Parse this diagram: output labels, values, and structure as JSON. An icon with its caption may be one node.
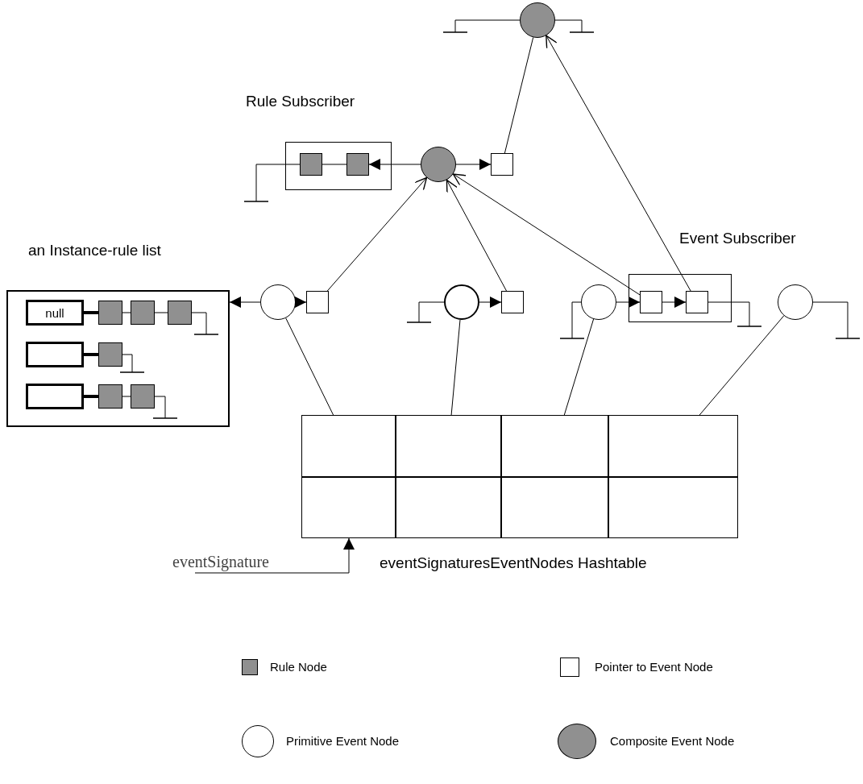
{
  "diagram": {
    "nodes": [
      {
        "text": [],
        "shape": "circle"
      },
      {
        "text": [
          "Rule Subscriber"
        ]
      },
      {
        "text": [],
        "shape": "box",
        "in": 1
      },
      {
        "text": [],
        "shape": "box",
        "in": 1
      },
      {
        "text": [],
        "shape": "circle"
      },
      {
        "text": [],
        "shape": "box"
      },
      {
        "text": [
          "an Instance-rule list"
        ]
      },
      {
        "text": [
          "null"
        ],
        "in": 6
      },
      {
        "text": [],
        "shape": "box",
        "in": 6
      },
      {
        "text": [],
        "shape": "box",
        "in": 6
      },
      {
        "text": [],
        "shape": "box",
        "in": 6
      },
      {
        "text": [],
        "shape": "box",
        "in": 6
      },
      {
        "text": [],
        "shape": "box",
        "in": 6
      },
      {
        "text": [],
        "shape": "box",
        "in": 6
      },
      {
        "text": [],
        "shape": "box",
        "in": 6
      },
      {
        "text": [],
        "shape": "box",
        "in": 6
      },
      {
        "text": [],
        "shape": "circle"
      },
      {
        "text": [],
        "shape": "box"
      },
      {
        "text": [],
        "shape": "circle"
      },
      {
        "text": [],
        "shape": "box"
      },
      {
        "text": [
          "Event Subscriber"
        ]
      },
      {
        "text": [],
        "shape": "box",
        "in": 20
      },
      {
        "text": [],
        "shape": "box",
        "in": 20
      },
      {
        "text": [],
        "shape": "circle"
      },
      {
        "text": [],
        "shape": "circle"
      },
      {
        "text": [
          "eventSignaturesEventNodes Hashtable"
        ]
      },
      {
        "text": [],
        "shape": "box",
        "in": 25
      },
      {
        "text": [],
        "shape": "box",
        "in": 25
      },
      {
        "text": [],
        "shape": "box",
        "in": 25
      },
      {
        "text": [],
        "shape": "box",
        "in": 25
      },
      {
        "text": [],
        "shape": "box",
        "in": 25
      },
      {
        "text": [],
        "shape": "box",
        "in": 25
      },
      {
        "text": [],
        "shape": "box",
        "in": 25
      },
      {
        "text": [],
        "shape": "box",
        "in": 25
      },
      {
        "text": [
          "eventSignature"
        ]
      }
    ],
    "edges": [
      {
        "from": 4,
        "to": 3,
        "arrow": "to"
      },
      {
        "from": 3,
        "to": 2,
        "arrow": "none"
      },
      {
        "from": 4,
        "to": 5,
        "arrow": "to"
      },
      {
        "from": 5,
        "to": 0,
        "arrow": "none"
      },
      {
        "from": 7,
        "to": 8,
        "arrow": "none",
        "style": "thick"
      },
      {
        "from": 8,
        "to": 9,
        "arrow": "none"
      },
      {
        "from": 9,
        "to": 10,
        "arrow": "none"
      },
      {
        "from": 11,
        "to": 12,
        "arrow": "none",
        "style": "thick"
      },
      {
        "from": 13,
        "to": 14,
        "arrow": "none",
        "style": "thick"
      },
      {
        "from": 14,
        "to": 15,
        "arrow": "none"
      },
      {
        "from": 16,
        "to": 6,
        "arrow": "to"
      },
      {
        "from": 16,
        "to": 17,
        "arrow": "to"
      },
      {
        "from": 17,
        "to": 4,
        "arrow": "to"
      },
      {
        "from": 18,
        "to": 19,
        "arrow": "to"
      },
      {
        "from": 19,
        "to": 4,
        "arrow": "to"
      },
      {
        "from": 23,
        "to": 21,
        "arrow": "to"
      },
      {
        "from": 21,
        "to": 22,
        "arrow": "to"
      },
      {
        "from": 21,
        "to": 4,
        "arrow": "to"
      },
      {
        "from": 22,
        "to": 0,
        "arrow": "to"
      },
      {
        "from": 16,
        "to": 26,
        "arrow": "none"
      },
      {
        "from": 18,
        "to": 27,
        "arrow": "none"
      },
      {
        "from": 23,
        "to": 28,
        "arrow": "none"
      },
      {
        "from": 24,
        "to": 29,
        "arrow": "none"
      },
      {
        "from": 34,
        "to": 30,
        "arrow": "to"
      },
      {
        "from": 0,
        "to": null,
        "arrow": "other"
      },
      {
        "from": 0,
        "to": null,
        "arrow": "other"
      },
      {
        "from": 2,
        "to": null,
        "arrow": "other"
      },
      {
        "from": 10,
        "to": null,
        "arrow": "other"
      },
      {
        "from": 12,
        "to": null,
        "arrow": "other"
      },
      {
        "from": 15,
        "to": null,
        "arrow": "other"
      },
      {
        "from": 18,
        "to": null,
        "arrow": "other"
      },
      {
        "from": 23,
        "to": null,
        "arrow": "other"
      },
      {
        "from": 22,
        "to": null,
        "arrow": "other"
      },
      {
        "from": 24,
        "to": null,
        "arrow": "other"
      }
    ],
    "legend": [
      {
        "text": "Rule Node",
        "color": "#909090"
      },
      {
        "text": "Pointer to Event Node",
        "color": "#ffffff"
      },
      {
        "text": "Primitive Event Node",
        "color": "#ffffff"
      },
      {
        "text": "Composite Event Node",
        "color": "#909090"
      }
    ]
  }
}
